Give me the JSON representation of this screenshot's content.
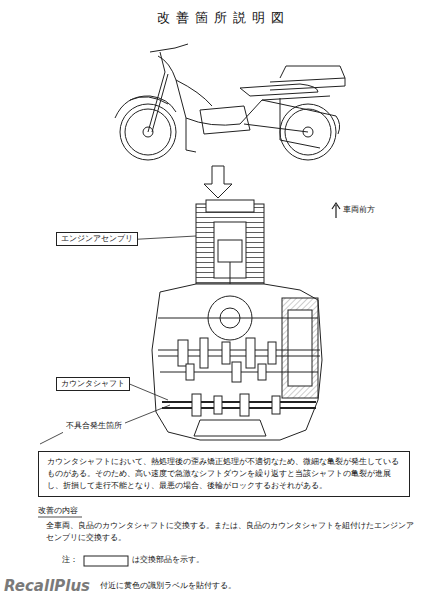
{
  "diagram": {
    "title": "改善箇所説明図",
    "nodes": [
      {
        "text": [
          "エンジンアセンブリ"
        ]
      },
      {
        "text": [
          "カウンタシャフト"
        ]
      },
      {
        "text": [
          "カウンタシャフトにおいて、熱処理後の歪み矯正処理が不適切なため、微細な亀裂が発生しているものがある。そのため、高い速度で急激なシフトダウンを繰り返すと当該シャフトの亀裂が進展し、折損して走行不能となり、最悪の場合、後輪がロックするおそれがある。"
        ]
      }
    ],
    "labels": [
      "車両前方",
      "不具合発生箇所",
      "改善の内容",
      "全車両、良品のカウンタシャフトに交換する。または、良品のカウンタシャフトを組付けたエンジンアセンブリに交換する。",
      "注：",
      "は交換部品を示す。",
      "付近に黄色の識別ラベルを貼付する。",
      "RecallPlus"
    ]
  }
}
